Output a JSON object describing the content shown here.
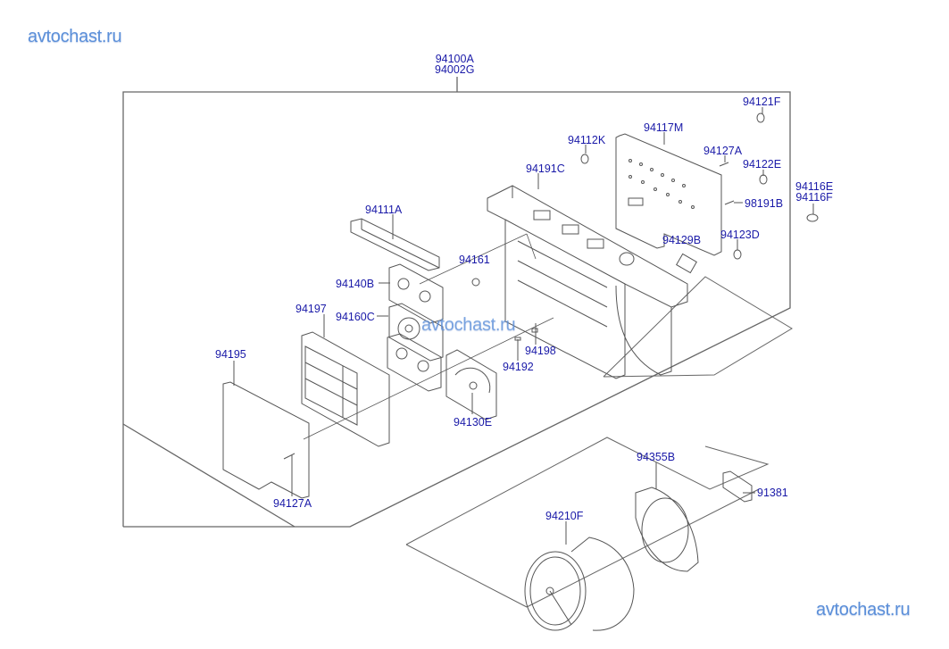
{
  "watermarks": {
    "top_left": "avtochast.ru",
    "center": "avtochast.ru",
    "bottom_right": "avtochast.ru"
  },
  "assembly": {
    "label_line1": "94100A",
    "label_line2": "94002G"
  },
  "parts": {
    "p94121F": "94121F",
    "p94117M": "94117M",
    "p94112K": "94112K",
    "p94127A_top": "94127A",
    "p94122E": "94122E",
    "p94191C": "94191C",
    "p98191B": "98191B",
    "p94116E": "94116E",
    "p94116F": "94116F",
    "p94111A": "94111A",
    "p94129B": "94129B",
    "p94123D": "94123D",
    "p94161": "94161",
    "p94140B": "94140B",
    "p94197": "94197",
    "p94160C": "94160C",
    "p94198": "94198",
    "p94195": "94195",
    "p94192": "94192",
    "p94130E": "94130E",
    "p94127A_bottom": "94127A",
    "p94355B": "94355B",
    "p91381": "91381",
    "p94210F": "94210F"
  },
  "colors": {
    "label": "#1a1aa8",
    "line": "#555555",
    "watermark": "#5b8fd9"
  }
}
